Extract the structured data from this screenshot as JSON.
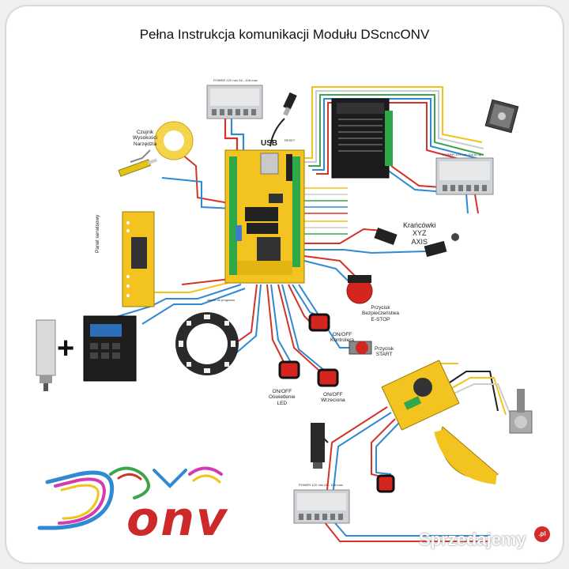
{
  "title": "Pełna Instrukcja komunikacji Modułu DScncONV",
  "labels": {
    "usb": "USB",
    "reset": "RESET",
    "tool_sensor": "Czujnik\nWysokości\nNarzędzia",
    "servo_panel": "Panel serwisowy",
    "limit_switches": "Krańcówki\nXYZ\nAXIS",
    "estop": "Przycisk\nBezpieczeństwa\nE-STOP",
    "onoff_controller": "ON/OFF\nKontrolera",
    "start": "Przycisk\nSTART",
    "onoff_led": "ON/OFF\nOświetlenie\nLED",
    "onoff_spindle": "ON/OFF\nWrzeciona",
    "plus": "+",
    "psu_top": "POWER 12V min 2A - 10A max",
    "psu_right": "POWER 12V min 10A to up",
    "psu_bottom": "POWER 12V min 2A - 10A max",
    "board_bottom": "złącze do programu"
  },
  "logo": {
    "letters": "onv"
  },
  "watermark": {
    "text": "Sprzedajemy",
    "suffix": ".pl"
  },
  "colors": {
    "board": "#f3c41f",
    "wire_red": "#d4332a",
    "wire_blue": "#2f8ad3",
    "wire_yellow": "#f0c419",
    "wire_white": "#dddddd",
    "wire_green": "#3aa54a",
    "button_red": "#d4261f"
  }
}
